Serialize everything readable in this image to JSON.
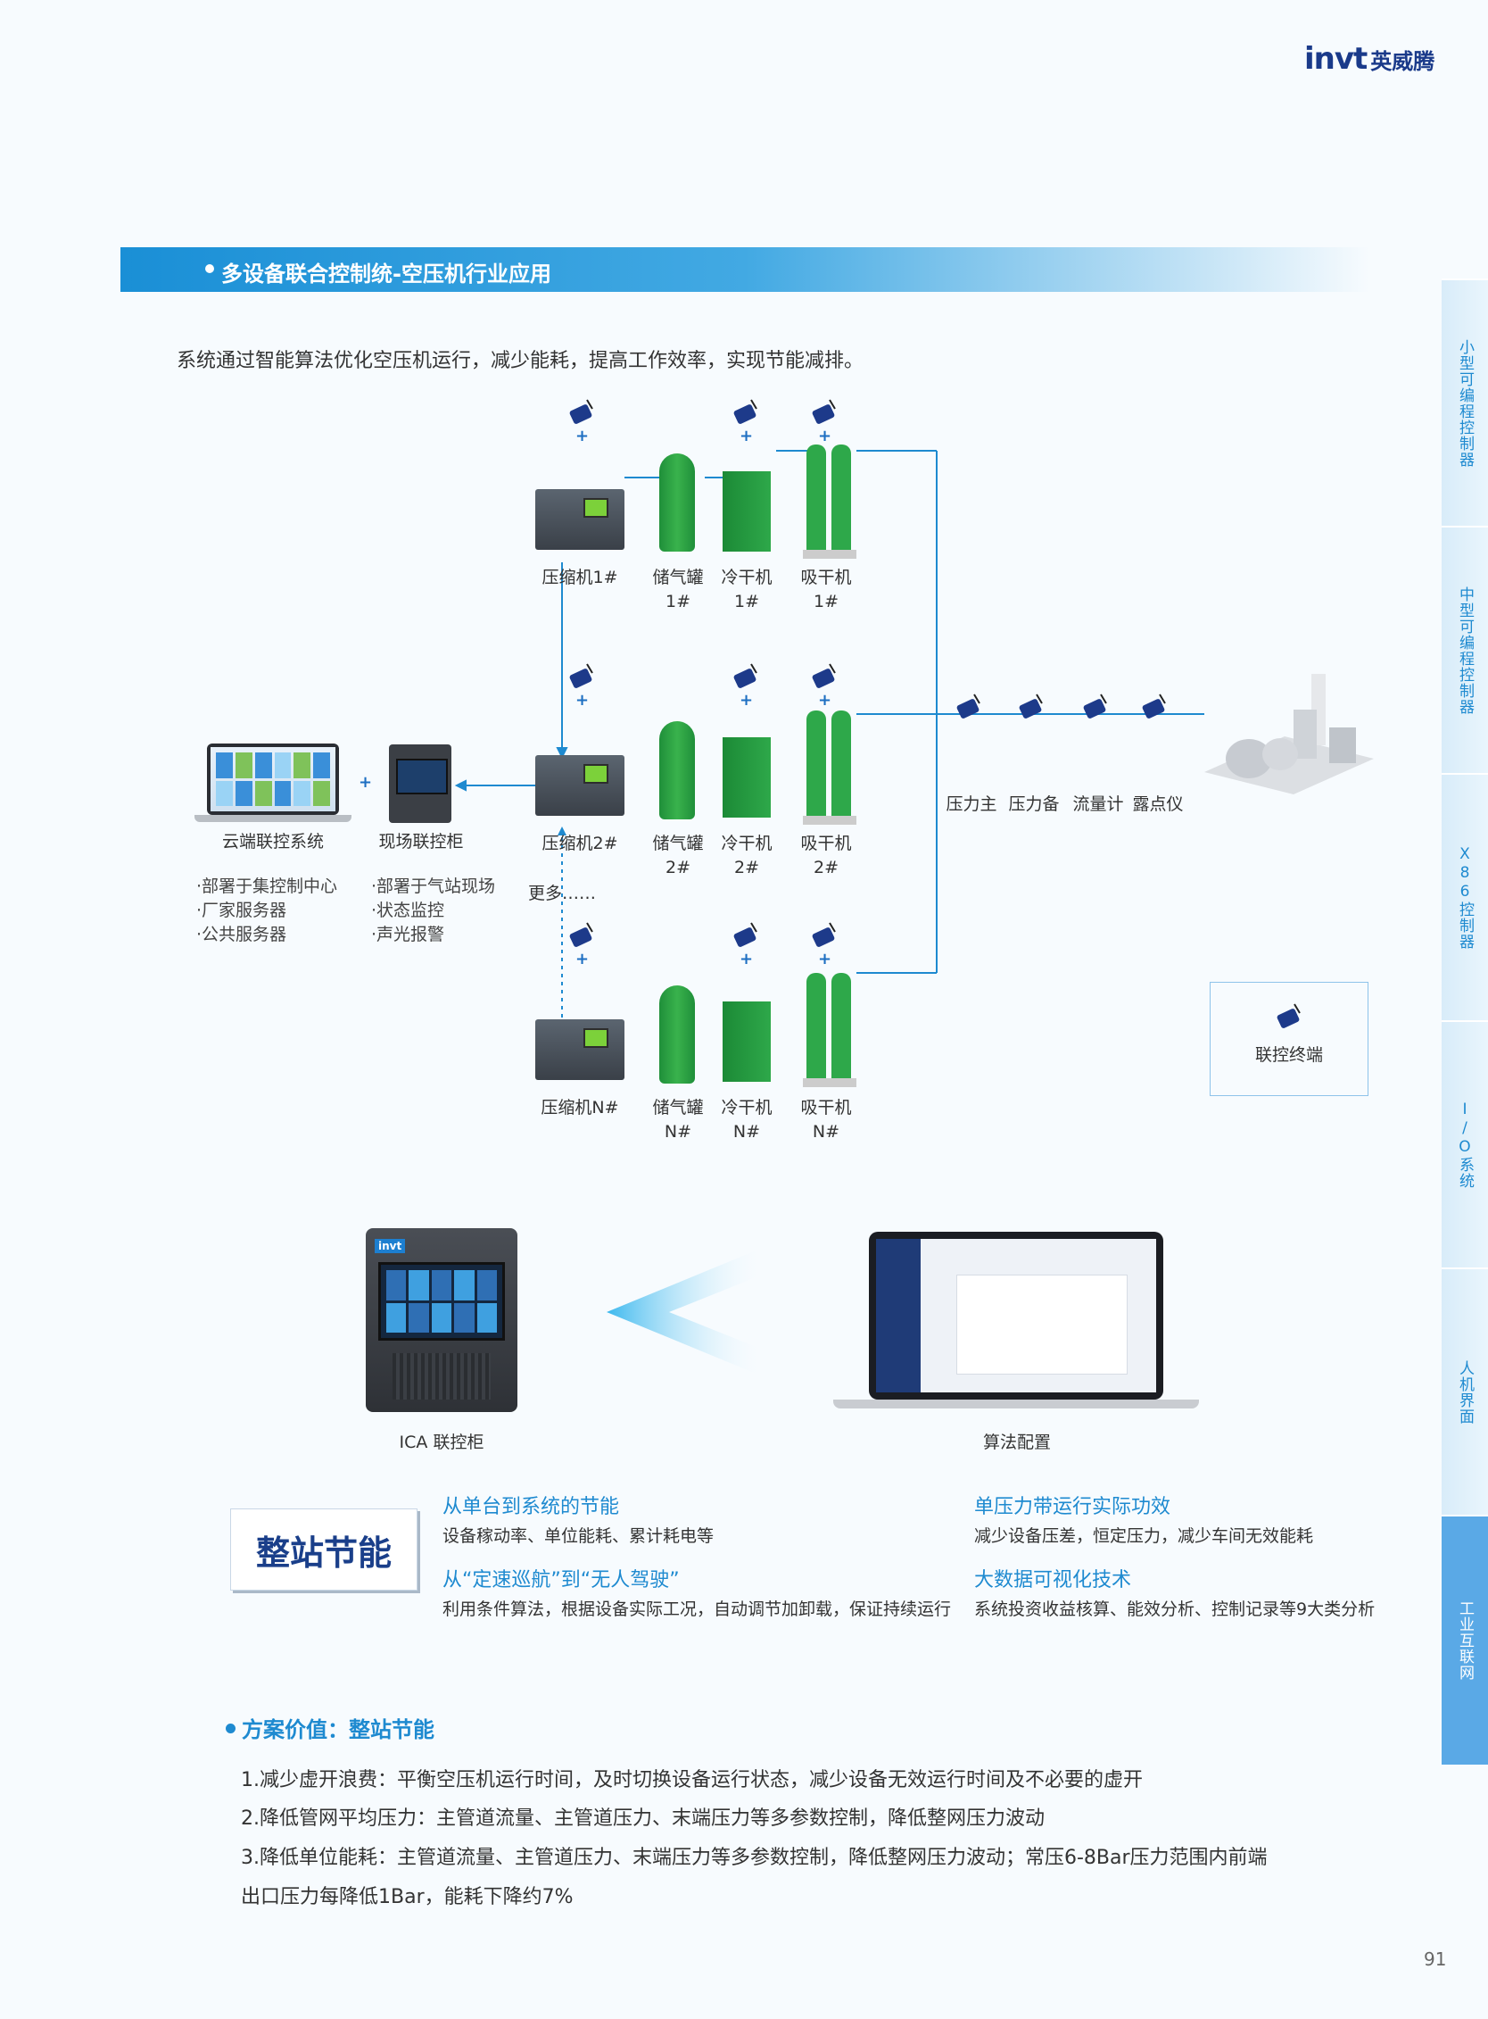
{
  "header": {
    "logo_text": "invt",
    "logo_cn": "英威腾"
  },
  "section": {
    "title": "多设备联合控制统-空压机行业应用",
    "intro": "系统通过智能算法优化空压机运行，减少能耗，提高工作效率，实现节能减排。"
  },
  "side_tabs": [
    {
      "label": "小型可编程控制器",
      "active": false
    },
    {
      "label": "中型可编程控制器",
      "active": false
    },
    {
      "label": "X86控制器",
      "active": false
    },
    {
      "label": "I/O系统",
      "active": false
    },
    {
      "label": "人机界面",
      "active": false
    },
    {
      "label": "工业互联网",
      "active": true
    }
  ],
  "diagram": {
    "cloud_label": "云端联控系统",
    "cabinet_label": "现场联控柜",
    "plus_sign": "+",
    "cloud_bullets": [
      "·部署于集控制中心",
      "·厂家服务器",
      "·公共服务器"
    ],
    "cabinet_bullets": [
      "·部署于气站现场",
      "·状态监控",
      "·声光报警"
    ],
    "more_text": "更多……",
    "rows": [
      {
        "compressor": "压缩机1#",
        "tank": "储气罐",
        "tank_n": "1#",
        "dryer": "冷干机",
        "dryer_n": "1#",
        "adsorb": "吸干机",
        "adsorb_n": "1#"
      },
      {
        "compressor": "压缩机2#",
        "tank": "储气罐",
        "tank_n": "2#",
        "dryer": "冷干机",
        "dryer_n": "2#",
        "adsorb": "吸干机",
        "adsorb_n": "2#"
      },
      {
        "compressor": "压缩机N#",
        "tank": "储气罐",
        "tank_n": "N#",
        "dryer": "冷干机",
        "dryer_n": "N#",
        "adsorb": "吸干机",
        "adsorb_n": "N#"
      }
    ],
    "sensors": [
      "压力主",
      "压力备",
      "流量计",
      "露点仪"
    ],
    "terminal_label": "联控终端"
  },
  "products": {
    "ica_label": "ICA 联控柜",
    "algo_label": "算法配置",
    "device_brand": "invt"
  },
  "features": {
    "key_label": "整站节能",
    "items": [
      {
        "title": "从单台到系统的节能",
        "desc": "设备稼动率、单位能耗、累计耗电等"
      },
      {
        "title": "从“定速巡航”到“无人驾驶”",
        "desc": "利用条件算法，根据设备实际工况，自动调节加卸载，保证持续运行"
      },
      {
        "title": "单压力带运行实际功效",
        "desc": "减少设备压差，恒定压力，减少车间无效能耗"
      },
      {
        "title": "大数据可视化技术",
        "desc": "系统投资收益核算、能效分析、控制记录等9大类分析"
      }
    ]
  },
  "value": {
    "title": "方案价值：整站节能",
    "lines": [
      "1.减少虚开浪费：平衡空压机运行时间，及时切换设备运行状态，减少设备无效运行时间及不必要的虚开",
      "2.降低管网平均压力：主管道流量、主管道压力、末端压力等多参数控制，降低整网压力波动",
      "3.降低单位能耗：主管道流量、主管道压力、末端压力等多参数控制，降低整网压力波动；常压6-8Bar压力范围内前端",
      "出口压力每降低1Bar，能耗下降约7%"
    ]
  },
  "page_number": "91"
}
